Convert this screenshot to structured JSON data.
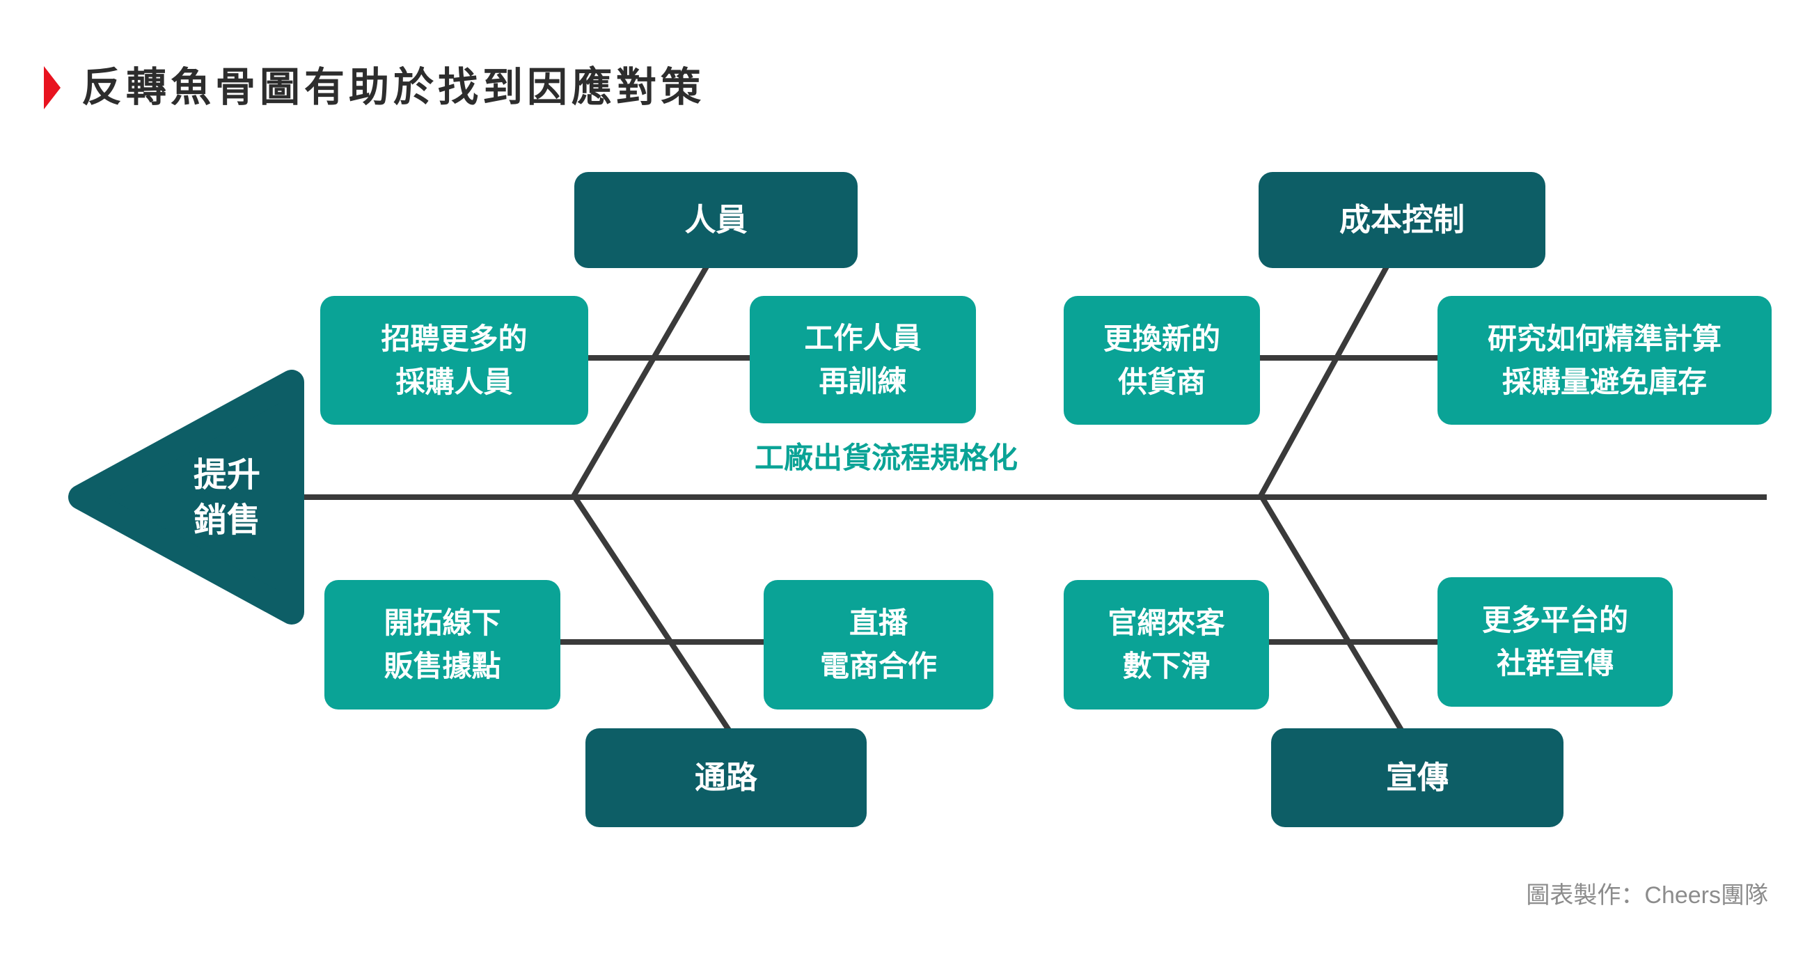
{
  "title": {
    "marker_icon": "red-right-triangle",
    "text": "反轉魚骨圖有助於找到因應對策"
  },
  "goal": {
    "line1": "提升",
    "line2": "銷售"
  },
  "spine_note": "工廠出貨流程規格化",
  "branches": [
    {
      "category": "人員",
      "position": "top-left",
      "causes": [
        {
          "line1": "招聘更多的",
          "line2": "採購人員"
        },
        {
          "line1": "工作人員",
          "line2": "再訓練"
        }
      ]
    },
    {
      "category": "成本控制",
      "position": "top-right",
      "causes": [
        {
          "line1": "更換新的",
          "line2": "供貨商"
        },
        {
          "line1": "研究如何精準計算",
          "line2": "採購量避免庫存"
        }
      ]
    },
    {
      "category": "通路",
      "position": "bottom-left",
      "causes": [
        {
          "line1": "開拓線下",
          "line2": "販售據點"
        },
        {
          "line1": "直播",
          "line2": "電商合作"
        }
      ]
    },
    {
      "category": "宣傳",
      "position": "bottom-right",
      "causes": [
        {
          "line1": "官網來客",
          "line2": "數下滑"
        },
        {
          "line1": "更多平台的",
          "line2": "社群宣傳"
        }
      ]
    }
  ],
  "credit": "圖表製作：Cheers團隊",
  "colors": {
    "dark_teal": "#0D5E66",
    "teal": "#0AA396",
    "bone_line": "#3A3A3A",
    "title_marker_red": "#E8131F",
    "title_text": "#2D2D2D",
    "credit_gray": "#8C8C8C",
    "background": "#FFFFFF"
  }
}
